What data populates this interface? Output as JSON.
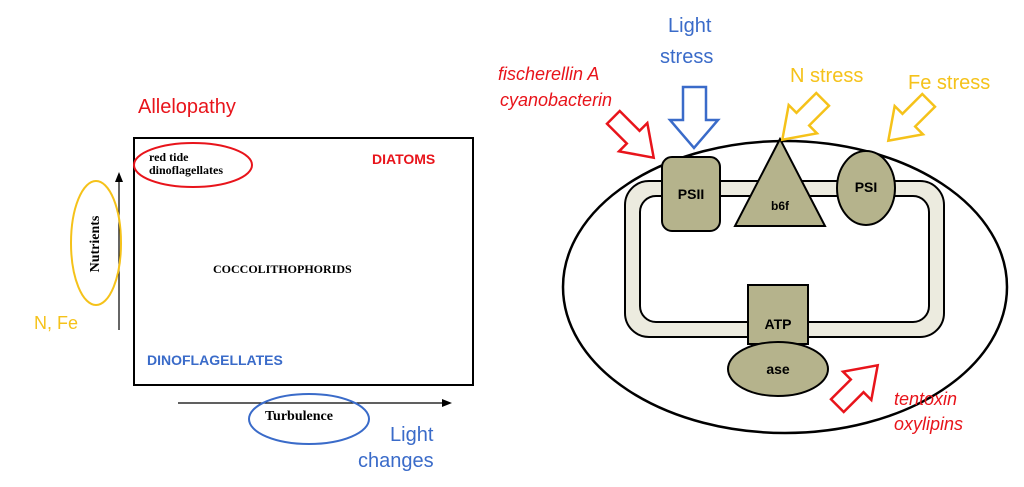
{
  "left_panel": {
    "allelopathy": "Allelopathy",
    "red_tide_line1": "red tide",
    "red_tide_line2": "dinoflagellates",
    "diatoms": "DIATOMS",
    "coccolithophorids": "COCCOLITHOPHORIDS",
    "dinoflagellates": "DINOFLAGELLATES",
    "nutrients_axis": "Nutrients",
    "nutrients_stress": "N, Fe",
    "turbulence_axis": "Turbulence",
    "light_changes_line1": "Light",
    "light_changes_line2": "changes"
  },
  "right_panel": {
    "light_stress_line1": "Light",
    "light_stress_line2": "stress",
    "n_stress": "N stress",
    "fe_stress": "Fe stress",
    "inhibitor_top_line1": "fischerellin A",
    "inhibitor_top_line2": "cyanobacterin",
    "inhibitor_bottom_line1": "tentoxin",
    "inhibitor_bottom_line2": "oxylipins",
    "psii": "PSII",
    "b6f": "b6f",
    "psi": "PSI",
    "atp_top": "ATP",
    "atp_bottom": "ase"
  },
  "colors": {
    "red": "#e8141b",
    "blue": "#3a6bc9",
    "yellow": "#f5c21a",
    "complex_fill": "#b5b38c",
    "membrane_fill": "#ecebdf"
  }
}
